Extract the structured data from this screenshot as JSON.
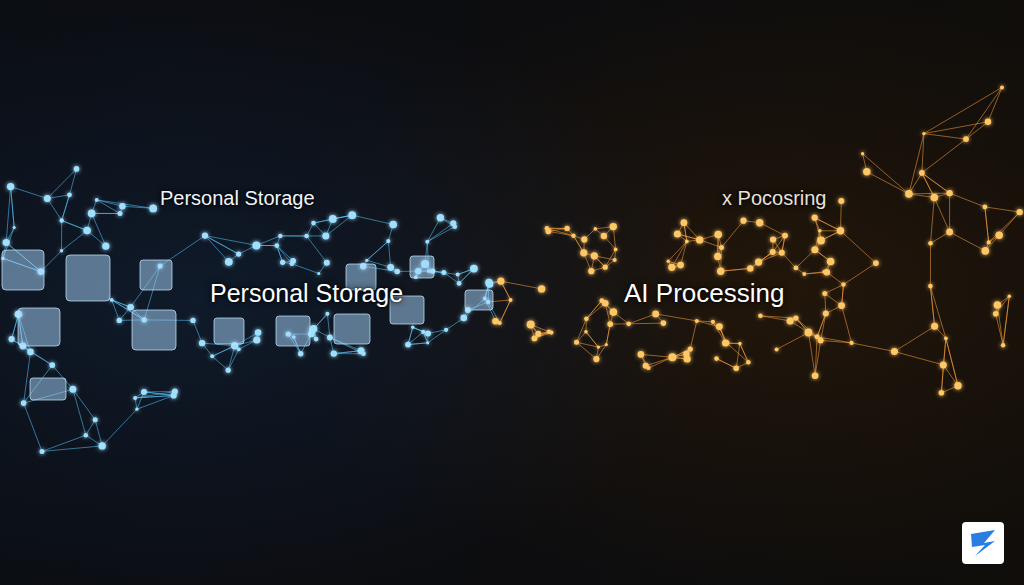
{
  "diagram": {
    "labels": [
      "Personal Storage",
      "x Pocosring",
      "Personal Storage",
      "AI Processing"
    ]
  }
}
